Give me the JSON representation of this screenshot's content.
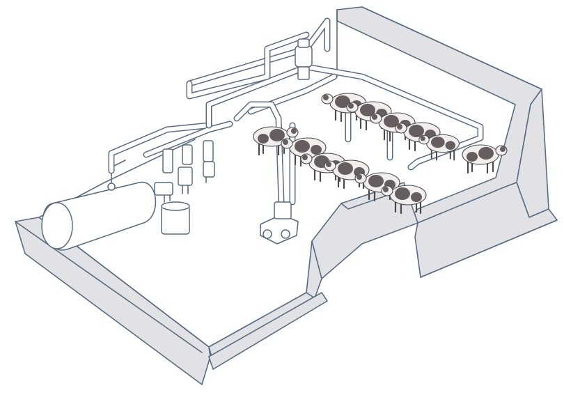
{
  "colors": {
    "line": "#5a6b80",
    "wall_fill": "#e2e2e6",
    "cow_body": "#f2eeee",
    "cow_spot": "#4e4444",
    "pit_floor": "#ffffff"
  },
  "components": {
    "tank": "milk-cooling-tank",
    "receiver": "milk-receiver-jar",
    "can": "milk-can",
    "pump": "vacuum-pump",
    "pipeline": "milk-pipeline",
    "stalls": "tandem-milking-stalls"
  },
  "cows": [
    {
      "name": "cow-upper-1"
    },
    {
      "name": "cow-upper-2"
    },
    {
      "name": "cow-upper-3"
    },
    {
      "name": "cow-upper-4"
    },
    {
      "name": "cow-upper-5"
    },
    {
      "name": "cow-right-end"
    },
    {
      "name": "cow-lower-1"
    },
    {
      "name": "cow-lower-2"
    },
    {
      "name": "cow-lower-3"
    },
    {
      "name": "cow-lower-4"
    },
    {
      "name": "cow-lower-5"
    },
    {
      "name": "cow-lower-6"
    }
  ]
}
